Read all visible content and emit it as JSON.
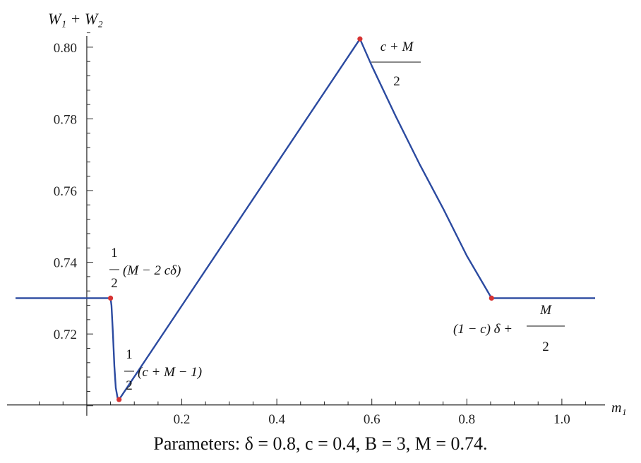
{
  "chart_data": {
    "type": "line",
    "ylabel": "W₁ + W₂",
    "xlabel": "m₁",
    "x_ticks": [
      {
        "value": 0.2,
        "label": "0.2"
      },
      {
        "value": 0.4,
        "label": "0.4"
      },
      {
        "value": 0.6,
        "label": "0.6"
      },
      {
        "value": 0.8,
        "label": "0.8"
      },
      {
        "value": 1.0,
        "label": "1.0"
      }
    ],
    "y_ticks": [
      {
        "value": 0.72,
        "label": "0.72"
      },
      {
        "value": 0.74,
        "label": "0.74"
      },
      {
        "value": 0.76,
        "label": "0.76"
      },
      {
        "value": 0.78,
        "label": "0.78"
      },
      {
        "value": 0.8,
        "label": "0.80"
      }
    ],
    "xlim": [
      -0.15,
      1.07
    ],
    "ylim": [
      0.6972,
      0.8043
    ],
    "x_axis_at_y": 0.7002,
    "y_axis_at_x": 0.0,
    "grid": false,
    "line_color": "#2b4aa0",
    "point_color": "#d63333",
    "series": [
      {
        "points": [
          [
            -0.15,
            0.73
          ],
          [
            0.05,
            0.73
          ],
          [
            0.052,
            0.728
          ],
          [
            0.055,
            0.72
          ],
          [
            0.058,
            0.711
          ],
          [
            0.061,
            0.705
          ],
          [
            0.065,
            0.702
          ],
          [
            0.068,
            0.7017
          ],
          [
            0.575,
            0.8023
          ],
          [
            0.6,
            0.7948
          ],
          [
            0.65,
            0.7808
          ],
          [
            0.7,
            0.7675
          ],
          [
            0.75,
            0.755
          ],
          [
            0.8,
            0.7418
          ],
          [
            0.852,
            0.73
          ],
          [
            1.07,
            0.73
          ]
        ]
      }
    ],
    "highlighted_points": [
      {
        "x": 0.05,
        "y": 0.73
      },
      {
        "x": 0.068,
        "y": 0.7017
      },
      {
        "x": 0.575,
        "y": 0.8023
      },
      {
        "x": 0.852,
        "y": 0.73
      }
    ],
    "annotations": {
      "a1": {
        "num": "1",
        "den": "2",
        "rest": "(M − 2 cδ)"
      },
      "a2": {
        "num": "1",
        "den": "2",
        "rest": "(c + M − 1)"
      },
      "a3": {
        "num": "c + M",
        "den": "2"
      },
      "a4": {
        "lead": "(1 − c) δ +",
        "num": "M",
        "den": "2"
      }
    }
  },
  "caption": "Parameters: δ = 0.8,  c = 0.4,  B = 3,  M = 0.74."
}
